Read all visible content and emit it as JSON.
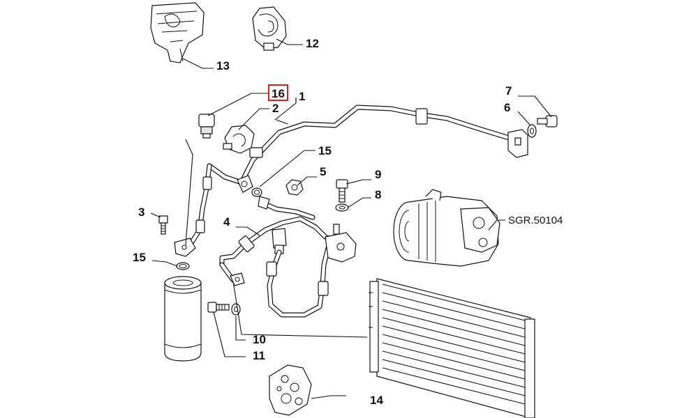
{
  "callouts": [
    {
      "id": "1",
      "text": "1"
    },
    {
      "id": "2",
      "text": "2"
    },
    {
      "id": "3",
      "text": "3"
    },
    {
      "id": "4",
      "text": "4"
    },
    {
      "id": "5",
      "text": "5"
    },
    {
      "id": "6",
      "text": "6"
    },
    {
      "id": "7",
      "text": "7"
    },
    {
      "id": "8",
      "text": "8"
    },
    {
      "id": "9",
      "text": "9"
    },
    {
      "id": "10",
      "text": "10"
    },
    {
      "id": "11",
      "text": "11"
    },
    {
      "id": "12",
      "text": "12"
    },
    {
      "id": "13",
      "text": "13"
    },
    {
      "id": "14",
      "text": "14"
    },
    {
      "id": "15a",
      "text": "15"
    },
    {
      "id": "15b",
      "text": "15"
    },
    {
      "id": "16",
      "text": "16",
      "highlighted": true
    }
  ],
  "reference_label": "SGR.50104",
  "highlight_color": "#d61f1f"
}
